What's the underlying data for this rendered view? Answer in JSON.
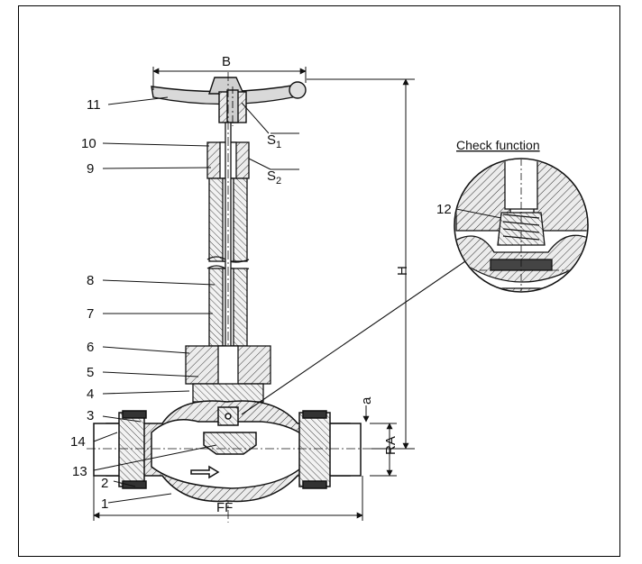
{
  "figure": {
    "dimension_labels": {
      "B": "B",
      "H": "H",
      "FF": "FF",
      "RA": "RA",
      "a": "a"
    },
    "part_numbers": [
      "1",
      "2",
      "3",
      "4",
      "5",
      "6",
      "7",
      "8",
      "9",
      "10",
      "11",
      "12",
      "13",
      "14"
    ],
    "sizes": {
      "S1": {
        "letter": "S",
        "sub": "1"
      },
      "S2": {
        "letter": "S",
        "sub": "2"
      }
    },
    "detail_title": "Check function",
    "colors": {
      "line": "#111111",
      "hatch": "#333333",
      "fill": "#e8e8e8",
      "background": "#ffffff"
    }
  }
}
